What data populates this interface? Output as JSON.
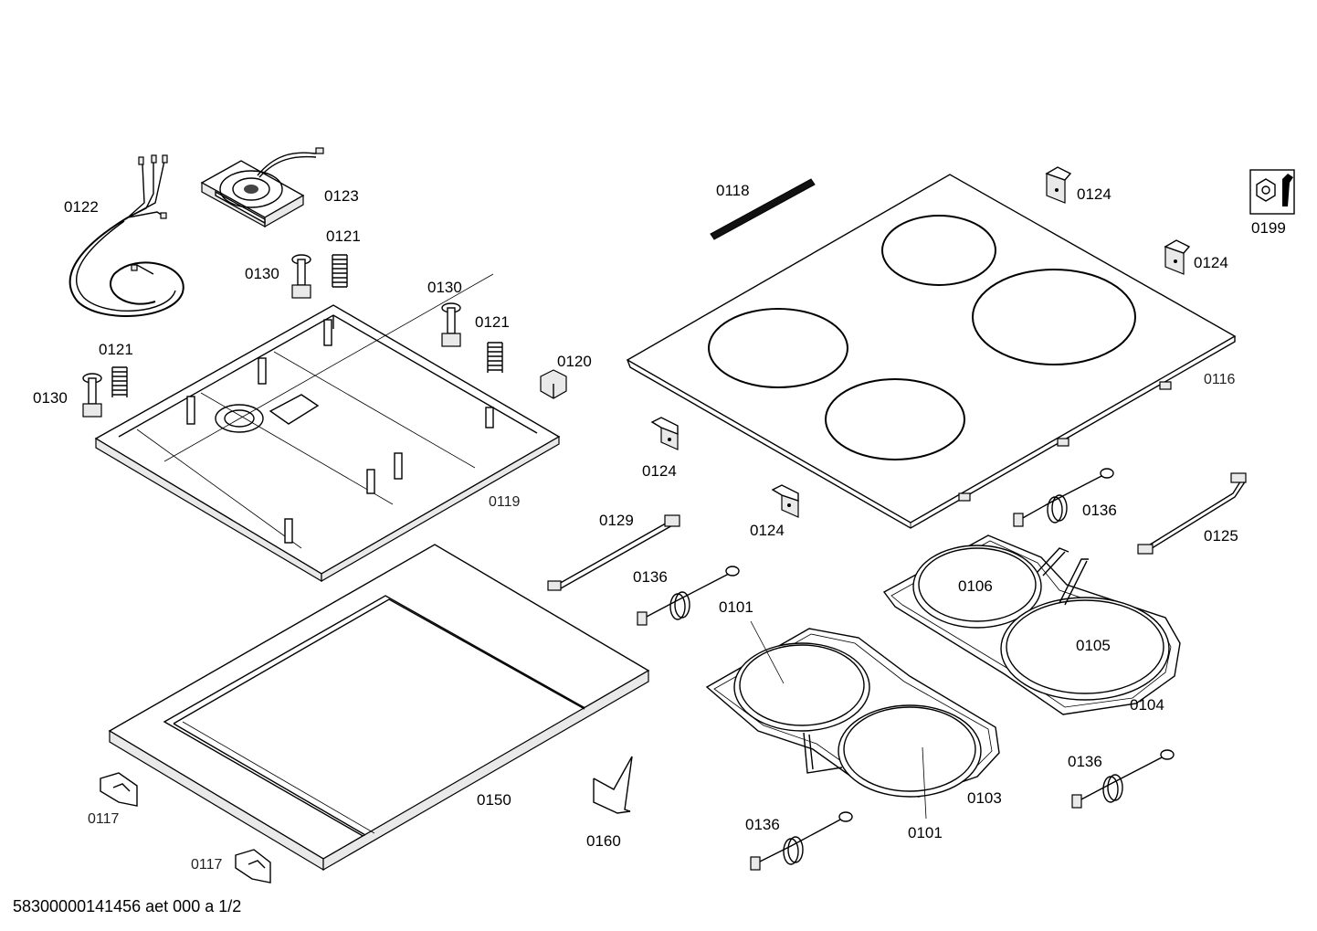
{
  "parts": {
    "p0122": "0122",
    "p0123": "0123",
    "p0121a": "0121",
    "p0130a": "0130",
    "p0130b": "0130",
    "p0121b": "0121",
    "p0121c": "0121",
    "p0130c": "0130",
    "p0120": "0120",
    "p0119": "0119",
    "p0118": "0118",
    "p0124a": "0124",
    "p0124b": "0124",
    "p0124c": "0124",
    "p0124d": "0124",
    "p0199": "0199",
    "p0116": "0116",
    "p0136a": "0136",
    "p0125": "0125",
    "p0129": "0129",
    "p0136b": "0136",
    "p0101a": "0101",
    "p0106": "0106",
    "p0105": "0105",
    "p0104": "0104",
    "p0136c": "0136",
    "p0103": "0103",
    "p0101b": "0101",
    "p0136d": "0136",
    "p0150": "0150",
    "p0160": "0160",
    "p0117a": "0117",
    "p0117b": "0117"
  },
  "footer": "58300000141456 aet 000 a 1/2",
  "icons": {
    "tool": "wrench-nut-icon"
  }
}
